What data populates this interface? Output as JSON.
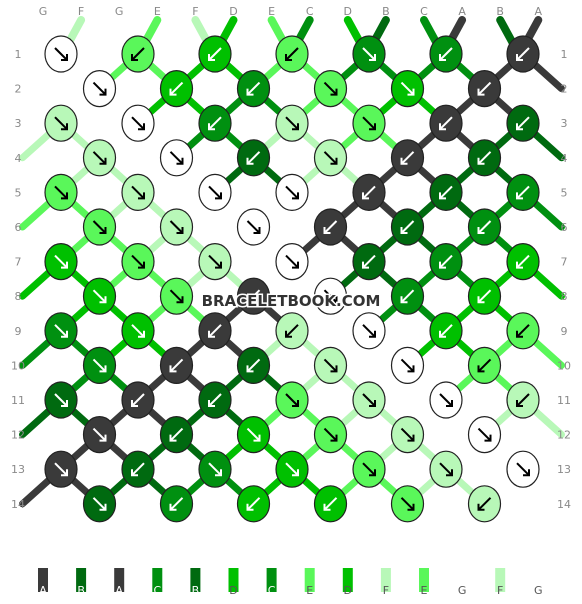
{
  "watermark": "BRACELETBOOK.COM",
  "colors": {
    "A": "#3a3a3a",
    "B": "#006a10",
    "C": "#009010",
    "D": "#00c000",
    "E": "#5af75a",
    "F": "#b8f8b8",
    "G": "#ffffff"
  },
  "top_strands": [
    "G",
    "F",
    "G",
    "E",
    "F",
    "D",
    "E",
    "C",
    "D",
    "B",
    "C",
    "A",
    "B",
    "A"
  ],
  "bottom_strands": [
    "A",
    "B",
    "A",
    "C",
    "B",
    "D",
    "C",
    "E",
    "D",
    "F",
    "E",
    "G",
    "F",
    "G"
  ],
  "row_numbers": [
    "1",
    "2",
    "3",
    "4",
    "5",
    "6",
    "7",
    "8",
    "9",
    "10",
    "11",
    "12",
    "13",
    "14"
  ],
  "rows": [
    {
      "knots": [
        {
          "c": "G",
          "d": "r"
        },
        {
          "c": "E",
          "d": "l"
        },
        {
          "c": "D",
          "d": "l"
        },
        {
          "c": "E",
          "d": "l"
        },
        {
          "c": "C",
          "d": "r"
        },
        {
          "c": "C",
          "d": "l"
        },
        {
          "c": "A",
          "d": "l"
        }
      ]
    },
    {
      "knots": [
        {
          "c": "G",
          "d": "r"
        },
        {
          "c": "D",
          "d": "l"
        },
        {
          "c": "C",
          "d": "l"
        },
        {
          "c": "E",
          "d": "r"
        },
        {
          "c": "D",
          "d": "r"
        },
        {
          "c": "A",
          "d": "l"
        }
      ]
    },
    {
      "knots": [
        {
          "c": "F",
          "d": "r"
        },
        {
          "c": "G",
          "d": "r"
        },
        {
          "c": "C",
          "d": "l"
        },
        {
          "c": "F",
          "d": "r"
        },
        {
          "c": "E",
          "d": "r"
        },
        {
          "c": "A",
          "d": "l"
        },
        {
          "c": "B",
          "d": "l"
        }
      ]
    },
    {
      "knots": [
        {
          "c": "F",
          "d": "r"
        },
        {
          "c": "G",
          "d": "r"
        },
        {
          "c": "B",
          "d": "l"
        },
        {
          "c": "F",
          "d": "r"
        },
        {
          "c": "A",
          "d": "l"
        },
        {
          "c": "B",
          "d": "l"
        }
      ]
    },
    {
      "knots": [
        {
          "c": "E",
          "d": "r"
        },
        {
          "c": "F",
          "d": "r"
        },
        {
          "c": "G",
          "d": "r"
        },
        {
          "c": "G",
          "d": "r"
        },
        {
          "c": "A",
          "d": "l"
        },
        {
          "c": "B",
          "d": "l"
        },
        {
          "c": "C",
          "d": "l"
        }
      ]
    },
    {
      "knots": [
        {
          "c": "E",
          "d": "r"
        },
        {
          "c": "F",
          "d": "r"
        },
        {
          "c": "G",
          "d": "r"
        },
        {
          "c": "A",
          "d": "l"
        },
        {
          "c": "B",
          "d": "l"
        },
        {
          "c": "C",
          "d": "l"
        }
      ]
    },
    {
      "knots": [
        {
          "c": "D",
          "d": "r"
        },
        {
          "c": "E",
          "d": "r"
        },
        {
          "c": "F",
          "d": "r"
        },
        {
          "c": "G",
          "d": "r"
        },
        {
          "c": "B",
          "d": "l"
        },
        {
          "c": "C",
          "d": "l"
        },
        {
          "c": "D",
          "d": "l"
        }
      ]
    },
    {
      "knots": [
        {
          "c": "D",
          "d": "r"
        },
        {
          "c": "E",
          "d": "r"
        },
        {
          "c": "A",
          "d": "l"
        },
        {
          "c": "G",
          "d": "r"
        },
        {
          "c": "C",
          "d": "l"
        },
        {
          "c": "D",
          "d": "l"
        }
      ]
    },
    {
      "knots": [
        {
          "c": "C",
          "d": "r"
        },
        {
          "c": "D",
          "d": "r"
        },
        {
          "c": "A",
          "d": "l"
        },
        {
          "c": "F",
          "d": "l"
        },
        {
          "c": "G",
          "d": "r"
        },
        {
          "c": "D",
          "d": "l"
        },
        {
          "c": "E",
          "d": "l"
        }
      ]
    },
    {
      "knots": [
        {
          "c": "C",
          "d": "r"
        },
        {
          "c": "A",
          "d": "l"
        },
        {
          "c": "B",
          "d": "l"
        },
        {
          "c": "F",
          "d": "r"
        },
        {
          "c": "G",
          "d": "r"
        },
        {
          "c": "E",
          "d": "l"
        }
      ]
    },
    {
      "knots": [
        {
          "c": "B",
          "d": "r"
        },
        {
          "c": "A",
          "d": "l"
        },
        {
          "c": "B",
          "d": "l"
        },
        {
          "c": "E",
          "d": "r"
        },
        {
          "c": "F",
          "d": "r"
        },
        {
          "c": "G",
          "d": "r"
        },
        {
          "c": "F",
          "d": "l"
        }
      ]
    },
    {
      "knots": [
        {
          "c": "A",
          "d": "r"
        },
        {
          "c": "B",
          "d": "l"
        },
        {
          "c": "D",
          "d": "r"
        },
        {
          "c": "E",
          "d": "r"
        },
        {
          "c": "F",
          "d": "r"
        },
        {
          "c": "G",
          "d": "r"
        }
      ]
    },
    {
      "knots": [
        {
          "c": "A",
          "d": "r"
        },
        {
          "c": "B",
          "d": "l"
        },
        {
          "c": "C",
          "d": "r"
        },
        {
          "c": "D",
          "d": "r"
        },
        {
          "c": "E",
          "d": "r"
        },
        {
          "c": "F",
          "d": "r"
        },
        {
          "c": "G",
          "d": "r"
        }
      ]
    },
    {
      "knots": [
        {
          "c": "B",
          "d": "r"
        },
        {
          "c": "C",
          "d": "l"
        },
        {
          "c": "D",
          "d": "l"
        },
        {
          "c": "D",
          "d": "l"
        },
        {
          "c": "E",
          "d": "r"
        },
        {
          "c": "F",
          "d": "l"
        }
      ]
    }
  ]
}
